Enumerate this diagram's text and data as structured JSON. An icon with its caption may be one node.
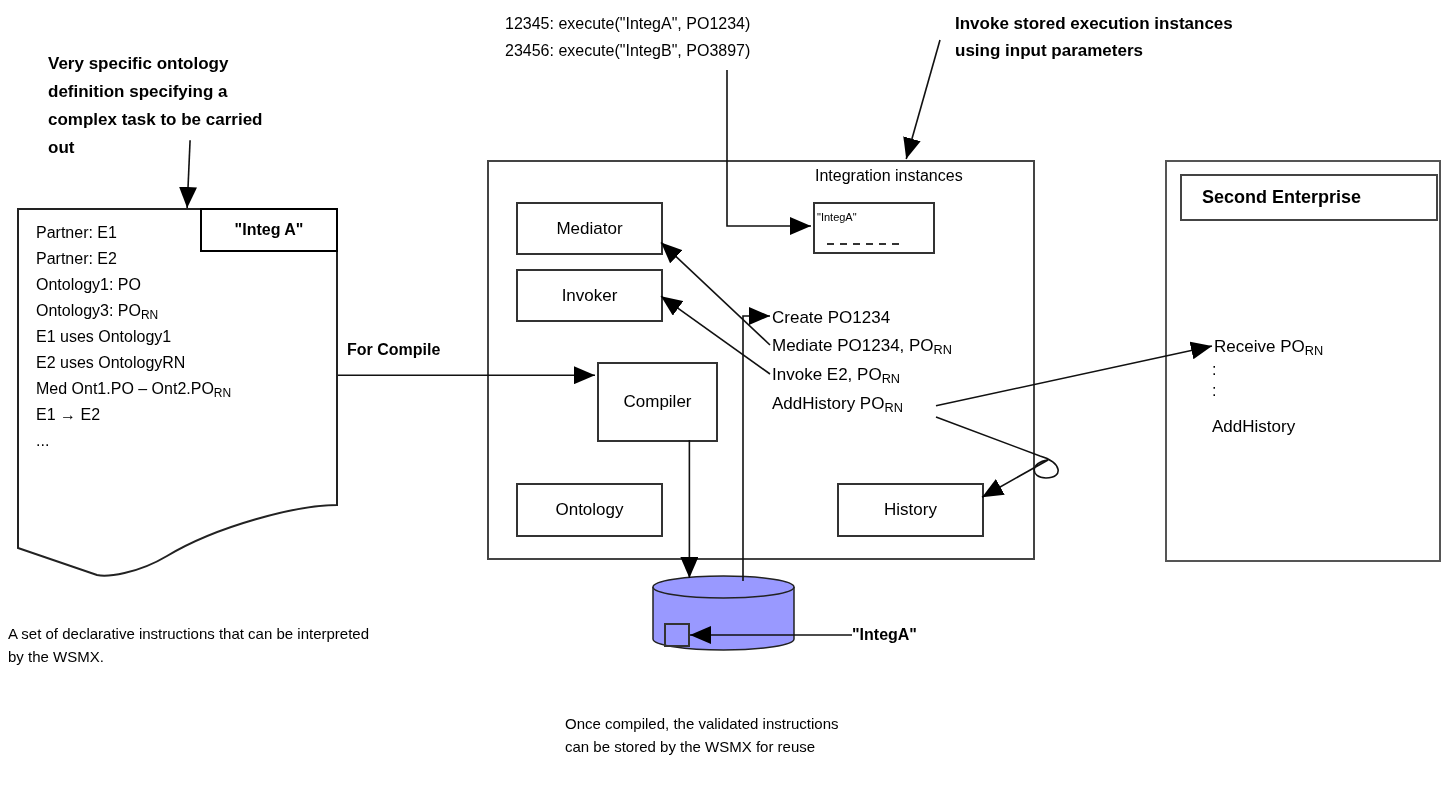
{
  "diagram": {
    "nodes": [
      {
        "text": [
          "Very specific ontology definition specifying a complex task to be carried out"
        ]
      },
      {
        "text": [
          "Partner: E1",
          "Partner: E2",
          "Ontology1: PO",
          "Ontology3: PO$_{RN}$",
          "E1 uses Ontology1",
          "E2 uses OntologyRN",
          "Med Ont1.PO – Ont2.PO$_{RN}$",
          "E1 → E2",
          "..."
        ]
      },
      {
        "text": [
          "\"Integ A\""
        ],
        "in": 1
      },
      {
        "text": [
          "12345: execute(\"IntegA\", PO1234)",
          "23456: execute(\"IntegB\", PO3897)"
        ]
      },
      {
        "text": [
          "Invoke stored execution instances using input parameters"
        ]
      },
      {
        "text": [],
        "shape": "box"
      },
      {
        "text": [
          "Mediator"
        ],
        "in": 5
      },
      {
        "text": [
          "Invoker"
        ],
        "in": 5
      },
      {
        "text": [
          "Compiler"
        ],
        "in": 5
      },
      {
        "text": [
          "\"IntegA\""
        ],
        "in": 5
      },
      {
        "text": [
          "Ontology"
        ],
        "in": 5
      },
      {
        "text": [
          "History"
        ],
        "in": 5
      },
      {
        "text": [
          "Create PO1234"
        ],
        "in": 5
      },
      {
        "text": [
          "Mediate PO1234, PO$_{RN}$"
        ],
        "in": 5
      },
      {
        "text": [
          "Invoke E2, PO$_{RN}$"
        ],
        "in": 5
      },
      {
        "text": [
          "AddHistory PO$_{RN}$"
        ],
        "in": 5
      },
      {
        "text": [],
        "shape": "box"
      },
      {
        "text": [
          "Second Enterprise"
        ],
        "in": 16
      },
      {
        "text": [
          "Receive PO$_{RN}$"
        ],
        "in": 16
      },
      {
        "text": [],
        "shape": "cylinder"
      },
      {
        "text": [],
        "shape": "box",
        "in": 19
      },
      {
        "text": [
          "\"IntegA\""
        ]
      }
    ],
    "edges": [
      {
        "from": 0,
        "to": 1,
        "arrow": "to"
      },
      {
        "from": 4,
        "to": 5,
        "arrow": "to"
      },
      {
        "from": 3,
        "to": 9,
        "arrow": "to"
      },
      {
        "from": 1,
        "to": 8,
        "arrow": "to",
        "label": "For Compile"
      },
      {
        "from": 13,
        "to": 6,
        "arrow": "to"
      },
      {
        "from": 14,
        "to": 7,
        "arrow": "to"
      },
      {
        "from": 19,
        "to": 12,
        "arrow": "to"
      },
      {
        "from": 8,
        "to": 19,
        "arrow": "to"
      },
      {
        "from": 15,
        "to": 18,
        "arrow": "to"
      },
      {
        "from": 15,
        "to": 11,
        "arrow": "to"
      },
      {
        "from": 21,
        "to": 20,
        "arrow": "to"
      }
    ],
    "labels": [
      "Integration instances",
      ":",
      ":",
      "AddHistory",
      "A set of declarative instructions that can be interpreted by the WSMX.",
      "Once compiled, the validated instructions can be stored by the WSMX for reuse"
    ]
  }
}
